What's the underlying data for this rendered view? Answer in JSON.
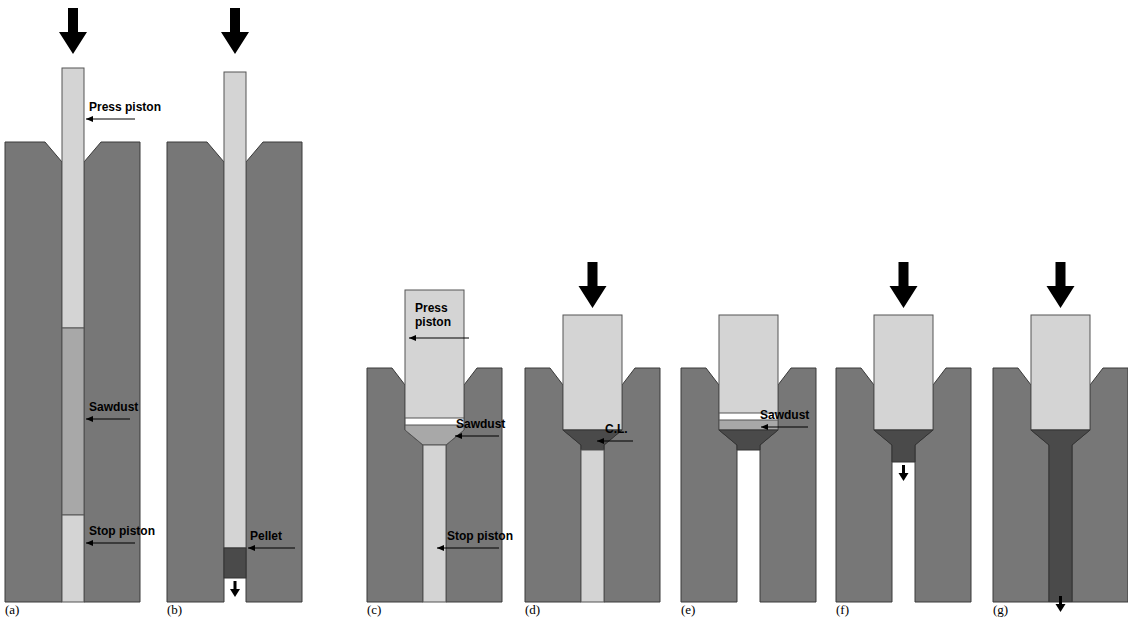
{
  "diagram": {
    "labels": [
      "Press piston",
      "Sawdust",
      "Stop piston",
      "Pellet",
      "Press piston",
      "Sawdust",
      "C.L.",
      "Stop piston",
      "Sawdust",
      "(a)",
      "(b)",
      "(c)",
      "(d)",
      "(e)",
      "(f)",
      "(g)"
    ]
  }
}
